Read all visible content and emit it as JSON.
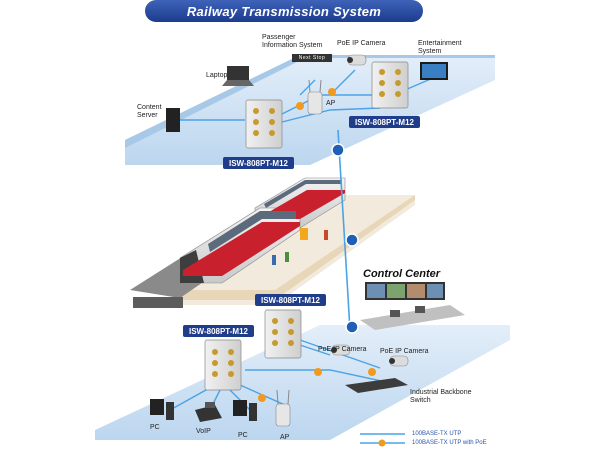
{
  "title": "Railway Transmission System",
  "labels": {
    "pis": "Passenger\nInformation System",
    "camera_top": "PoE IP Camera",
    "entertainment": "Entertainment\nSystem",
    "laptop": "Laptop",
    "content_server": "Content\nServer",
    "ap_top": "AP",
    "sw_top_right": "ISW-808PT-M12",
    "sw_top_left": "ISW-808PT-M12",
    "control_center": "Control Center",
    "sw_bottom_right": "ISW-808PT-M12",
    "sw_bottom_left": "ISW-808PT-M12",
    "camera_bottom_1": "PoE IP Camera",
    "camera_bottom_2": "PoE IP Camera",
    "backbone": "Industrial Backbone\nSwitch",
    "pc_1": "PC",
    "voip": "VoIP",
    "pc_2": "PC",
    "ap_bottom": "AP",
    "next_stop": "Next Stop"
  },
  "legend": {
    "utp": "100BASE-TX UTP",
    "utp_poe": "100BASE-TX UTP with PoE"
  },
  "colors": {
    "title_bg": "#1f3d8a",
    "platform": "#cfe3f6",
    "line": "#4aa3e6",
    "poe_dot": "#f29a1f",
    "train_red": "#c8202c"
  }
}
